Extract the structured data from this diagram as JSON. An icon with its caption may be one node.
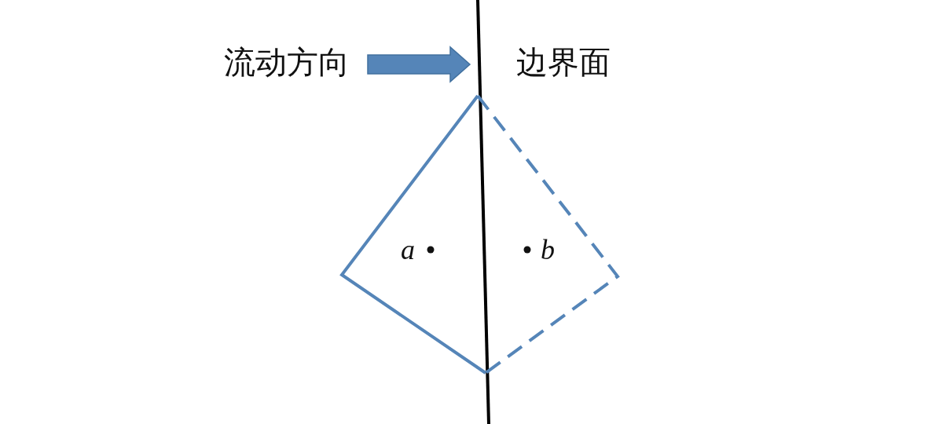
{
  "diagram": {
    "labels": [
      "流动方向",
      "边界面",
      "a",
      "b"
    ]
  }
}
